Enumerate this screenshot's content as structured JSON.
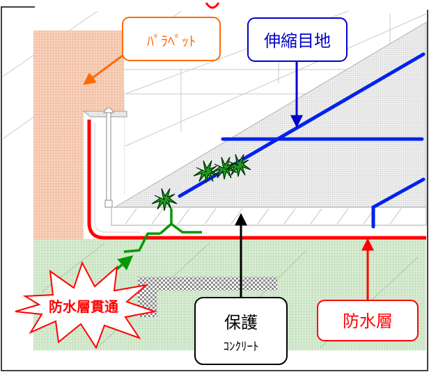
{
  "labels": {
    "parapet": "ﾊﾟﾗﾍﾟｯﾄ",
    "expansion_joint": "伸縮目地",
    "penetration": "防水層貫通",
    "protection_line1": "保護",
    "protection_line2": "ｺﾝｸﾘｰﾄ",
    "waterproof_layer": "防水層"
  },
  "colors": {
    "parapet": "#ff6a00",
    "expansion_joint": "#0000cc",
    "waterproof": "#ff0000",
    "protection": "#000000",
    "plant": "#009900"
  }
}
